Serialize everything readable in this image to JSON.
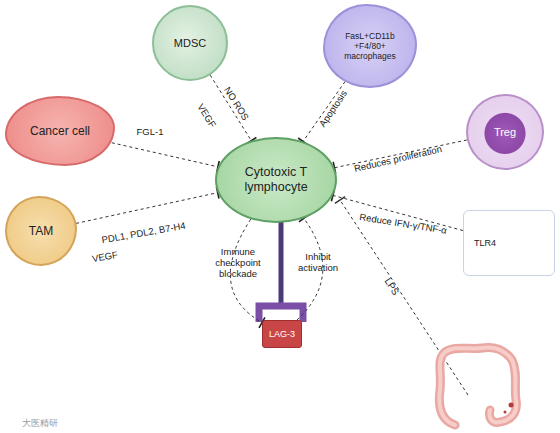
{
  "diagram": {
    "nodes": [
      {
        "text": [
          "MDSC"
        ]
      },
      {
        "text": [
          "FasL+CD11b +F4/80+ macrophages"
        ]
      },
      {
        "text": [
          "Cancer cell"
        ]
      },
      {
        "text": [
          "Treg"
        ]
      },
      {
        "text": [
          "TAM"
        ]
      },
      {
        "text": [
          "Cytotoxic T lymphocyte"
        ]
      },
      {
        "text": [
          "TLR4"
        ]
      },
      {
        "text": [
          "LAG-3"
        ]
      }
    ],
    "edges": [
      {
        "from": 0,
        "to": 5,
        "label": "NO ROS",
        "arrow": "to"
      },
      {
        "from": 1,
        "to": 5,
        "label": "Apoptosis",
        "arrow": "to"
      },
      {
        "from": 2,
        "to": 5,
        "label": "FGL-1",
        "arrow": "to"
      },
      {
        "from": 3,
        "to": 5,
        "label": "Reduces proliferation",
        "arrow": "to"
      },
      {
        "from": 4,
        "to": 5,
        "label": "PDL1, PDL2, B7-H4",
        "arrow": "to"
      },
      {
        "from": 6,
        "to": 5,
        "label": "Reduce IFN-γ/TNF-α",
        "arrow": "to"
      },
      {
        "from": 5,
        "to": 7,
        "label": "Immune checkpoint blockade",
        "arrow": "to"
      },
      {
        "from": 7,
        "to": 5,
        "label": "Inhibit activation",
        "arrow": "to"
      }
    ],
    "labels": [
      "VEGF",
      "VEGF",
      "LPS",
      "大医精研"
    ]
  }
}
